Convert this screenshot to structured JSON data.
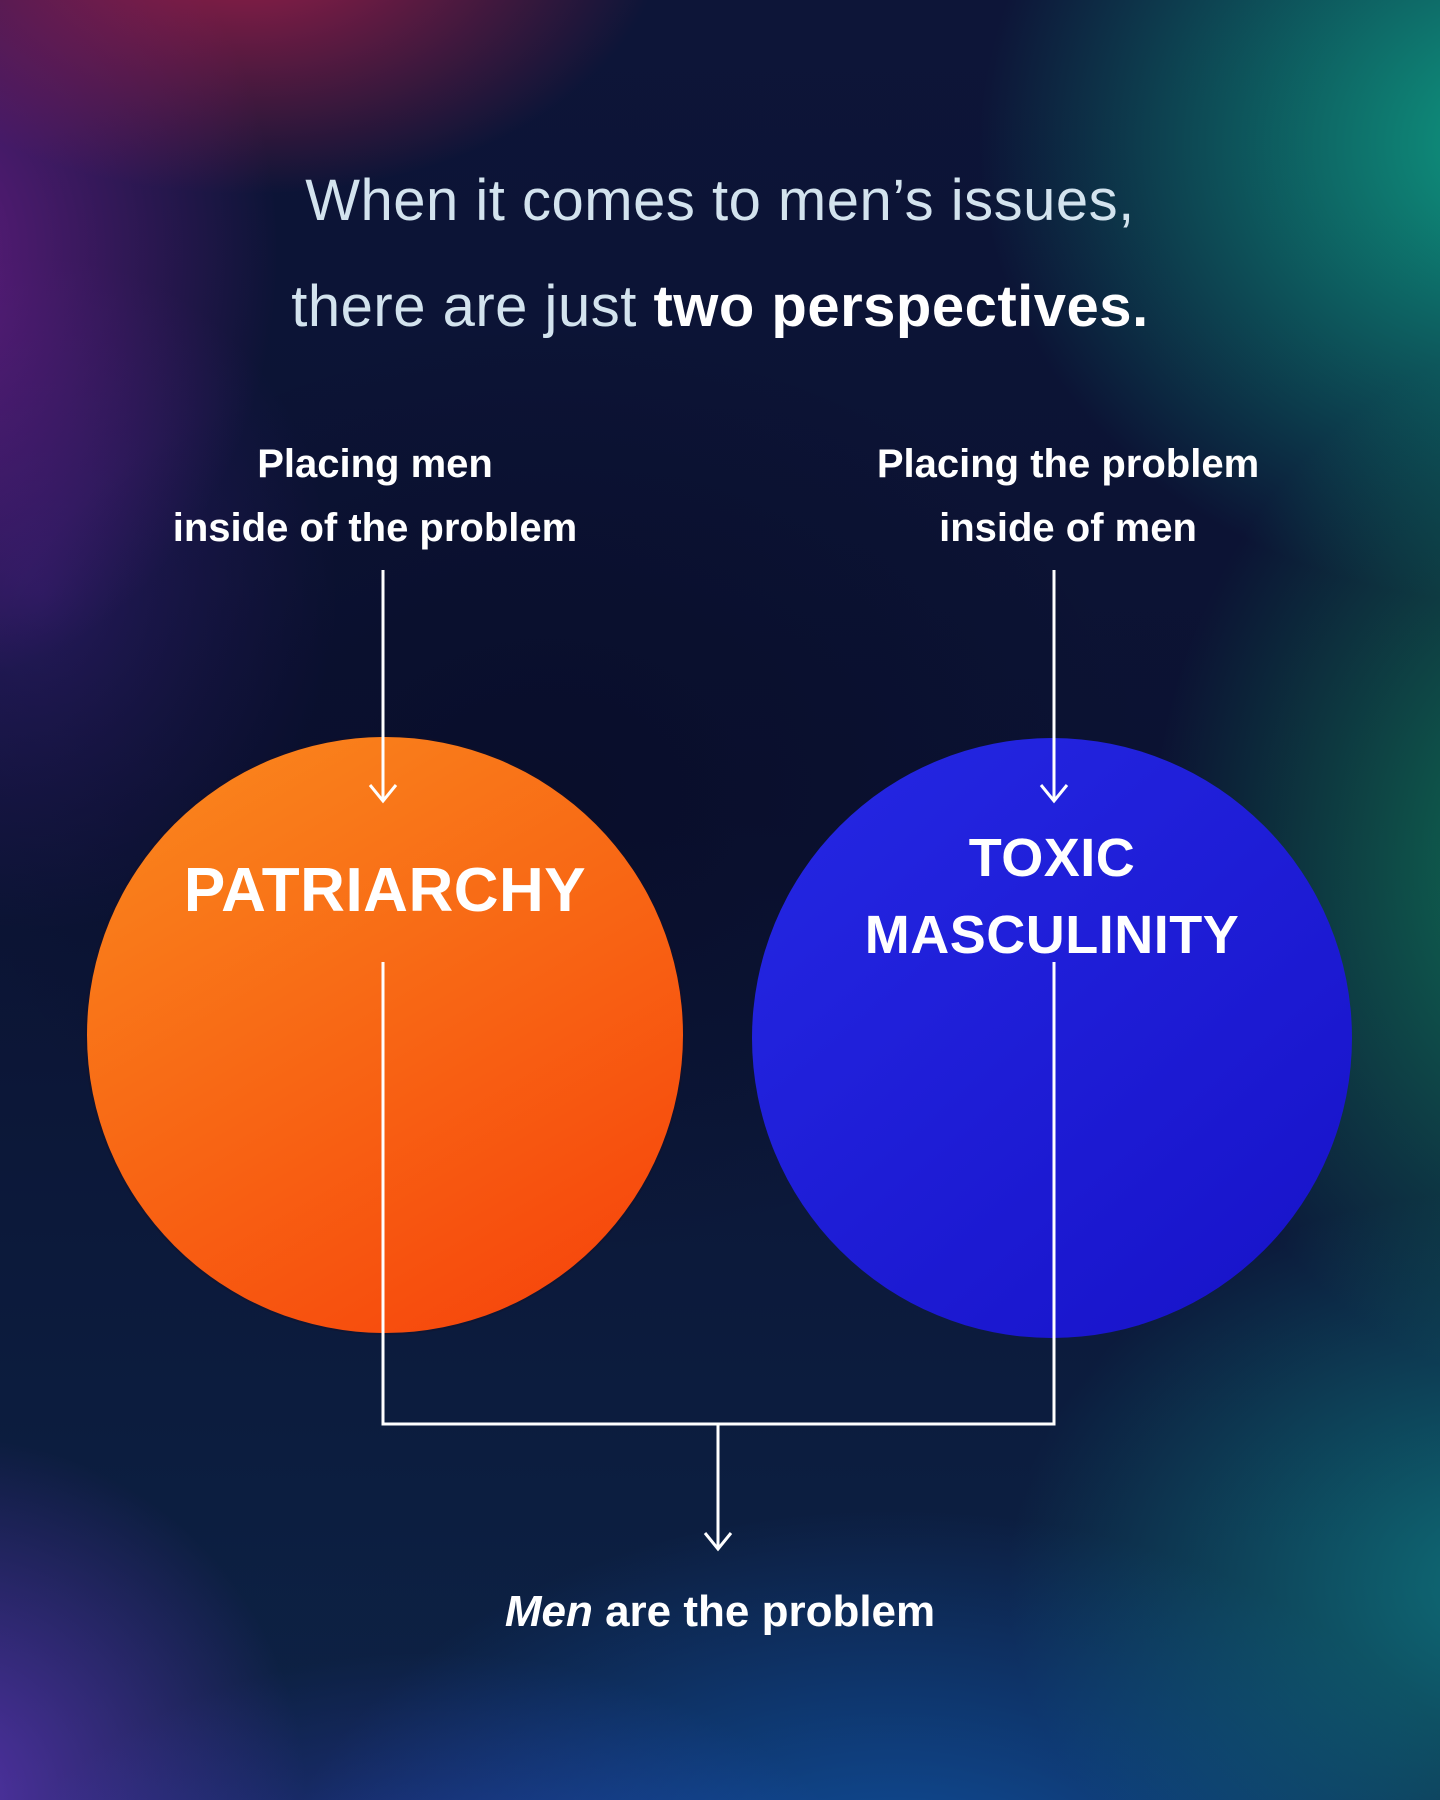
{
  "title": {
    "line1": "When it comes to men’s issues,",
    "line2_prefix": "there are just ",
    "line2_emphasis": "two perspectives."
  },
  "left_perspective": {
    "caption_line1": "Placing men",
    "caption_line2": "inside of the problem",
    "circle_label": "PATRIARCHY",
    "circle_gradient_start": "#fa8a1e",
    "circle_gradient_end": "#f6400a"
  },
  "right_perspective": {
    "caption_line1": "Placing the problem",
    "caption_line2": "inside of men",
    "circle_label_line1": "TOXIC",
    "circle_label_line2": "MASCULINITY",
    "circle_gradient_start": "#2528e4",
    "circle_gradient_end": "#1712c8"
  },
  "conclusion": {
    "emphasis": "Men",
    "rest": " are the problem"
  },
  "colors": {
    "line": "#ffffff",
    "title_text": "#d3e3ee",
    "title_emphasis": "#ffffff"
  }
}
